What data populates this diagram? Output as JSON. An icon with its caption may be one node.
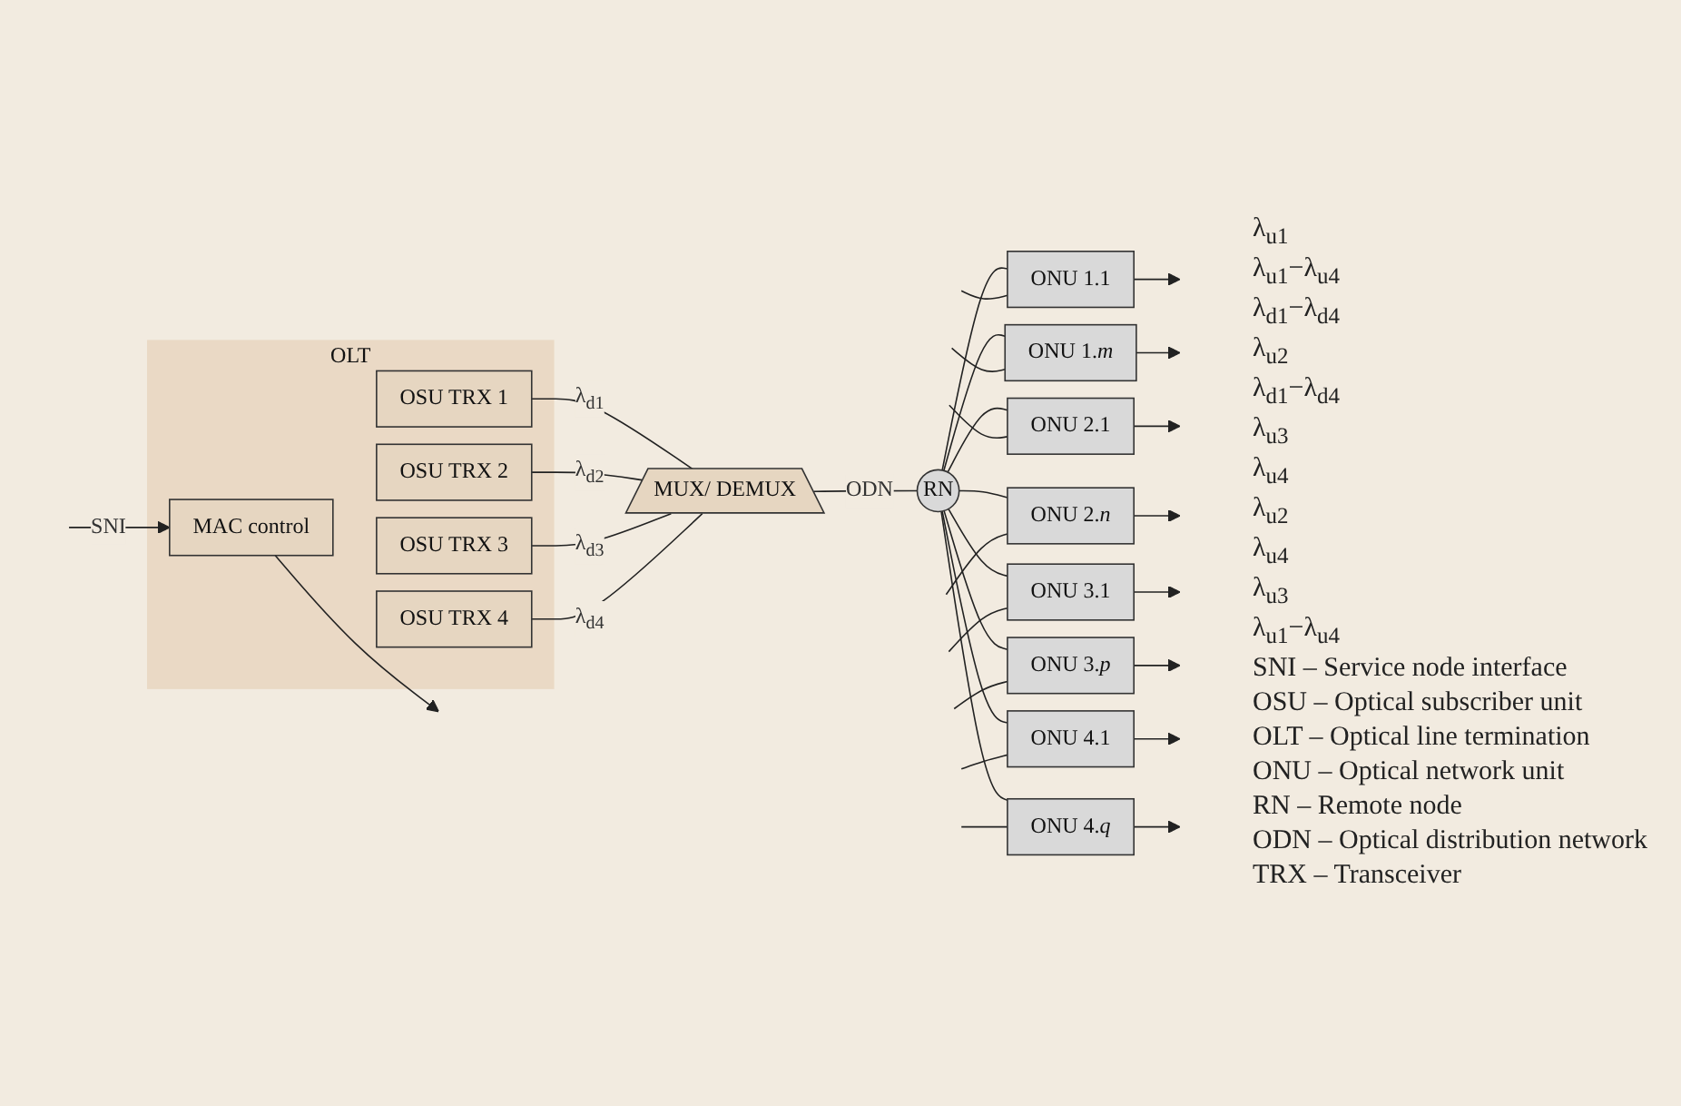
{
  "diagram": {
    "nodes": [
      {
        "text": [
          "OLT"
        ]
      },
      {
        "text": [
          "MAC control"
        ],
        "in": 0
      },
      {
        "text": [
          "OSU TRX 1"
        ],
        "in": 0
      },
      {
        "text": [
          "OSU TRX 2"
        ],
        "in": 0
      },
      {
        "text": [
          "OSU TRX 3"
        ],
        "in": 0
      },
      {
        "text": [
          "OSU TRX 4"
        ],
        "in": 0
      },
      {
        "text": [
          "MUX/ DEMUX"
        ]
      },
      {
        "text": [
          "RN"
        ]
      },
      {
        "text": [
          "ONU 1.1"
        ]
      },
      {
        "text": [
          "ONU 1.*m*"
        ]
      },
      {
        "text": [
          "ONU 2.1"
        ]
      },
      {
        "text": [
          "ONU 2.*n*"
        ]
      },
      {
        "text": [
          "ONU 3.1"
        ]
      },
      {
        "text": [
          "ONU 3.*p*"
        ]
      },
      {
        "text": [
          "ONU 4.1"
        ]
      },
      {
        "text": [
          "ONU 4.*q*"
        ]
      }
    ],
    "edges": [
      {
        "from": null,
        "to": 1,
        "arrow": "to",
        "label": "SNI"
      },
      {
        "from": 1,
        "to": null,
        "arrow": "to"
      },
      {
        "from": 2,
        "to": 6,
        "arrow": "none",
        "label": "λ$_{d1}$"
      },
      {
        "from": 3,
        "to": 6,
        "arrow": "none",
        "label": "λ$_{d2}$"
      },
      {
        "from": 4,
        "to": 6,
        "arrow": "none",
        "label": "λ$_{d3}$"
      },
      {
        "from": 5,
        "to": 6,
        "arrow": "none",
        "label": "λ$_{d4}$"
      },
      {
        "from": 6,
        "to": 7,
        "arrow": "none",
        "label": "ODN"
      },
      {
        "from": 7,
        "to": 8,
        "arrow": "none"
      },
      {
        "from": 7,
        "to": 9,
        "arrow": "none"
      },
      {
        "from": 7,
        "to": 10,
        "arrow": "none"
      },
      {
        "from": 7,
        "to": 11,
        "arrow": "none"
      },
      {
        "from": 7,
        "to": 12,
        "arrow": "none"
      },
      {
        "from": 7,
        "to": 13,
        "arrow": "none"
      },
      {
        "from": 7,
        "to": 14,
        "arrow": "none"
      },
      {
        "from": 7,
        "to": 15,
        "arrow": "none"
      },
      {
        "from": 8,
        "to": null,
        "arrow": "to"
      },
      {
        "from": null,
        "to": 8,
        "arrow": "none"
      },
      {
        "from": 9,
        "to": null,
        "arrow": "to"
      },
      {
        "from": null,
        "to": 9,
        "arrow": "none"
      },
      {
        "from": 10,
        "to": null,
        "arrow": "to"
      },
      {
        "from": null,
        "to": 10,
        "arrow": "none"
      },
      {
        "from": 11,
        "to": null,
        "arrow": "to"
      },
      {
        "from": null,
        "to": 11,
        "arrow": "none"
      },
      {
        "from": 12,
        "to": null,
        "arrow": "to"
      },
      {
        "from": null,
        "to": 12,
        "arrow": "none"
      },
      {
        "from": 13,
        "to": null,
        "arrow": "to"
      },
      {
        "from": null,
        "to": 13,
        "arrow": "none"
      },
      {
        "from": 14,
        "to": null,
        "arrow": "to"
      },
      {
        "from": null,
        "to": 14,
        "arrow": "none"
      },
      {
        "from": 15,
        "to": null,
        "arrow": "to"
      },
      {
        "from": null,
        "to": 15,
        "arrow": "none"
      }
    ],
    "labels": [
      "λ$_{u1}$",
      "λ$_{u1}$−λ$_{u4}$",
      "λ$_{d1}$−λ$_{d4}$",
      "λ$_{u2}$",
      "λ$_{d1}$−λ$_{d4}$",
      "λ$_{u3}$",
      "λ$_{u4}$",
      "λ$_{u2}$",
      "λ$_{u4}$",
      "λ$_{u3}$",
      "λ$_{u1}$−λ$_{u4}$",
      "SNI – Service node interface",
      "OSU – Optical subscriber unit",
      "OLT – Optical line termination",
      "ONU – Optical network unit",
      "RN – Remote node",
      "ODN – Optical distribution network",
      "TRX – Transceiver"
    ]
  }
}
